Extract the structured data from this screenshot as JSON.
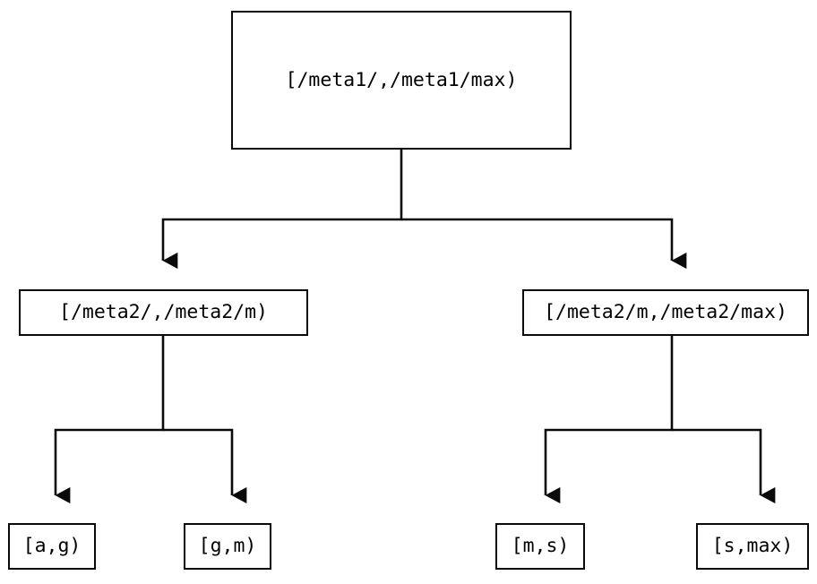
{
  "diagram": {
    "type": "tree",
    "title": "",
    "background_color": "#ffffff",
    "line_color": "#0a0a0a",
    "text_color": "#000000",
    "edge_style": "elbow-with-arrowhead",
    "nodes": {
      "root": {
        "label": "[/meta1/,/meta1/max)"
      },
      "mid_left": {
        "label": "[/meta2/,/meta2/m)"
      },
      "mid_right": {
        "label": "[/meta2/m,/meta2/max)"
      },
      "leaf_ag": {
        "label": "[a,g)"
      },
      "leaf_gm": {
        "label": "[g,m)"
      },
      "leaf_ms": {
        "label": "[m,s)"
      },
      "leaf_smax": {
        "label": "[s,max)"
      }
    },
    "edges": [
      {
        "from": "root",
        "to": "mid_left"
      },
      {
        "from": "root",
        "to": "mid_right"
      },
      {
        "from": "mid_left",
        "to": "leaf_ag"
      },
      {
        "from": "mid_left",
        "to": "leaf_gm"
      },
      {
        "from": "mid_right",
        "to": "leaf_ms"
      },
      {
        "from": "mid_right",
        "to": "leaf_smax"
      }
    ]
  }
}
